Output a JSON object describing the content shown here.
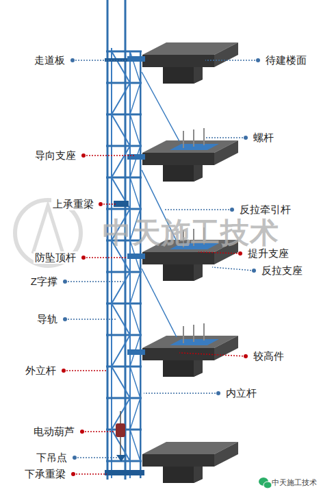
{
  "diagram": {
    "labels": [
      "走道板",
      "待建楼面",
      "螺杆",
      "导向支座",
      "上承重梁",
      "反拉牵引杆",
      "中天施工技术",
      "提升支座",
      "防坠顶杆",
      "反拉支座",
      "Z字撑",
      "导轨",
      "较高件",
      "外立杆",
      "内立杆",
      "电动葫芦",
      "下吊点",
      "下承重梁",
      "中天施工技术"
    ]
  }
}
